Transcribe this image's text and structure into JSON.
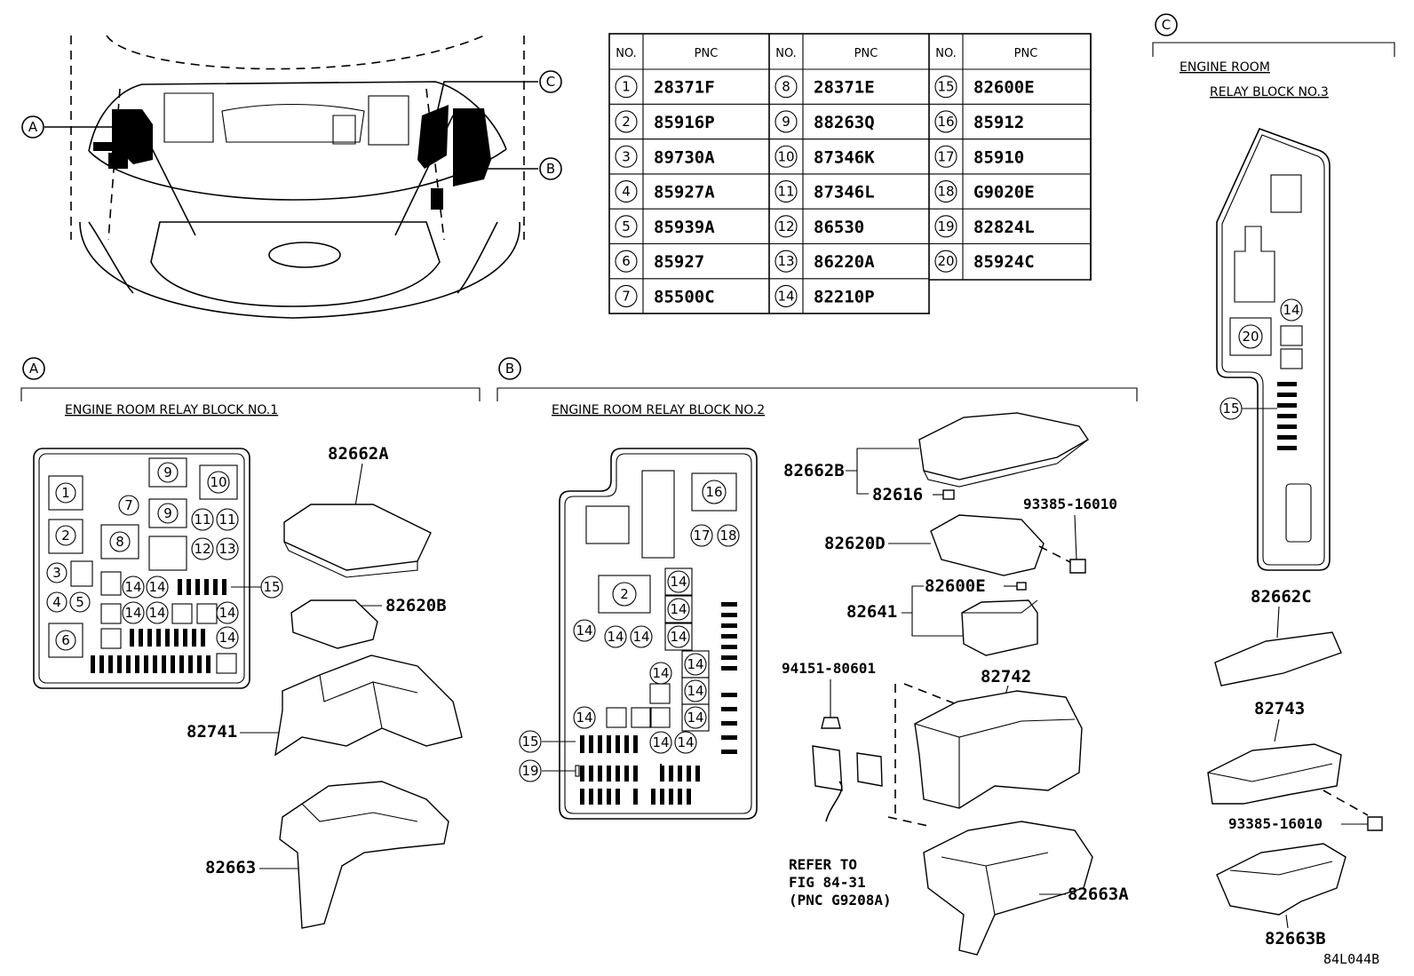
{
  "pnc_table": {
    "col_no": "NO.",
    "col_pnc": "PNC",
    "rows": [
      {
        "no": "1",
        "pnc": "28371F"
      },
      {
        "no": "2",
        "pnc": "85916P"
      },
      {
        "no": "3",
        "pnc": "89730A"
      },
      {
        "no": "4",
        "pnc": "85927A"
      },
      {
        "no": "5",
        "pnc": "85939A"
      },
      {
        "no": "6",
        "pnc": "85927"
      },
      {
        "no": "7",
        "pnc": "85500C"
      },
      {
        "no": "8",
        "pnc": "28371E"
      },
      {
        "no": "9",
        "pnc": "88263Q"
      },
      {
        "no": "10",
        "pnc": "87346K"
      },
      {
        "no": "11",
        "pnc": "87346L"
      },
      {
        "no": "12",
        "pnc": "86530"
      },
      {
        "no": "13",
        "pnc": "86220A"
      },
      {
        "no": "14",
        "pnc": "82210P"
      },
      {
        "no": "15",
        "pnc": "82600E"
      },
      {
        "no": "16",
        "pnc": "85912"
      },
      {
        "no": "17",
        "pnc": "85910"
      },
      {
        "no": "18",
        "pnc": "G9020E"
      },
      {
        "no": "19",
        "pnc": "82824L"
      },
      {
        "no": "20",
        "pnc": "85924C"
      }
    ]
  },
  "car_view": {
    "callout_a": "A",
    "callout_b": "B",
    "callout_c": "C"
  },
  "section_a": {
    "letter": "A",
    "title": "ENGINE ROOM RELAY BLOCK NO.1",
    "cells": {
      "c1": "1",
      "c2": "2",
      "c3": "3",
      "c4": "4",
      "c5": "5",
      "c6": "6",
      "c7": "7",
      "c8": "8",
      "c9a": "9",
      "c9b": "9",
      "c10": "10",
      "c11a": "11",
      "c11b": "11",
      "c12": "12",
      "c13": "13",
      "c14": "14",
      "c15": "15"
    },
    "parts": {
      "cover": "82662A",
      "relay": "82620B",
      "case_upper": "82741",
      "case_lower": "82663"
    }
  },
  "section_b": {
    "letter": "B",
    "title": "ENGINE ROOM RELAY BLOCK NO.2",
    "cells": {
      "c2": "2",
      "c14": "14",
      "c15": "15",
      "c16": "16",
      "c17": "17",
      "c18": "18",
      "c19": "19"
    },
    "parts": {
      "cover": "82662B",
      "clip": "82616",
      "bolt": "93385-16010",
      "relay": "82620D",
      "fuse": "82600E",
      "fuse_block": "82641",
      "case": "82742",
      "nut": "94151-80601",
      "case_lower": "82663A"
    },
    "refer": {
      "l1": "REFER TO",
      "l2": "FIG 84-31",
      "l3": "(PNC G9208A)"
    }
  },
  "section_c": {
    "letter": "C",
    "title1": "ENGINE ROOM",
    "title2": "RELAY BLOCK NO.3",
    "cells": {
      "c14": "14",
      "c15": "15",
      "c20": "20"
    },
    "parts": {
      "cover": "82662C",
      "case": "82743",
      "bolt": "93385-16010",
      "case_lower": "82663B"
    }
  },
  "figure_id": "84L044B"
}
